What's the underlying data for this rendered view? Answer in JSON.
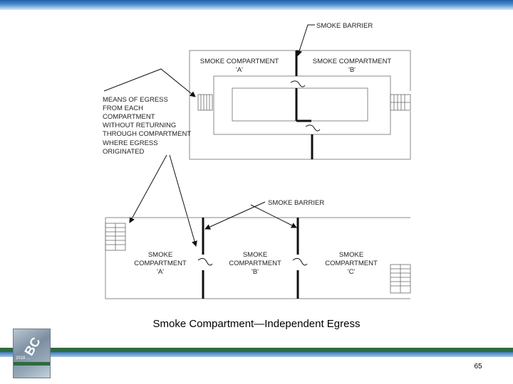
{
  "labels": {
    "smoke_barrier": "SMOKE BARRIER",
    "compartment_a_top": [
      "SMOKE COMPARTMENT",
      "'A'"
    ],
    "compartment_b_top": [
      "SMOKE COMPARTMENT",
      "'B'"
    ],
    "means_of_egress": [
      "MEANS OF EGRESS",
      "FROM EACH",
      "COMPARTMENT",
      "WITHOUT RETURNING",
      "THROUGH COMPARTMENT",
      "WHERE EGRESS",
      "ORIGINATED"
    ],
    "compartment_a_bottom": [
      "SMOKE",
      "COMPARTMENT",
      "'A'"
    ],
    "compartment_b_bottom": [
      "SMOKE",
      "COMPARTMENT",
      "'B'"
    ],
    "compartment_c_bottom": [
      "SMOKE",
      "COMPARTMENT",
      "'C'"
    ]
  },
  "caption": "Smoke Compartment—Independent Egress",
  "footer": {
    "page_number": "65",
    "book_mark": "BC",
    "book_title": "2018 ..."
  },
  "colors": {
    "top_band": "#1f5fa8",
    "footer_green": "#2e6b3f",
    "footer_blue": "#3b78b8"
  }
}
